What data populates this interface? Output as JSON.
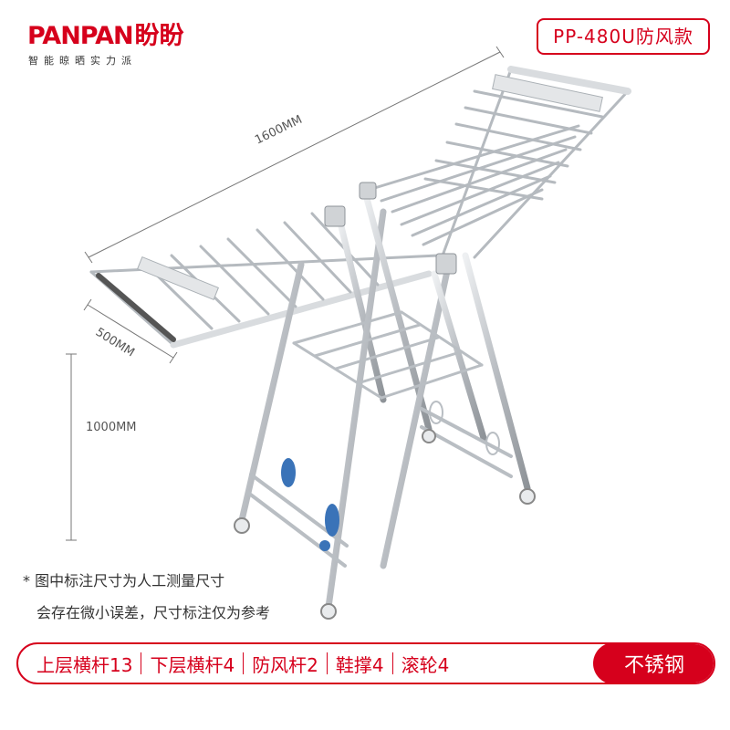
{
  "brand": {
    "name_en": "PANPAN",
    "name_cn": "盼盼",
    "tagline": "智能晾晒实力派"
  },
  "model": "PP-480U防风款",
  "dimensions": {
    "length": "1600MM",
    "width": "500MM",
    "height": "1000MM"
  },
  "notes": [
    "* 图中标注尺寸为人工测量尺寸",
    "会存在微小误差，尺寸标注仅为参考"
  ],
  "features": [
    "上层横杆13",
    "下层横杆4",
    "防风杆2",
    "鞋撑4",
    "滚轮4"
  ],
  "material": "不锈钢",
  "colors": {
    "brand_red": "#d6001c",
    "steel": "#c9ccd0",
    "foot_blue": "#3a73b8"
  }
}
